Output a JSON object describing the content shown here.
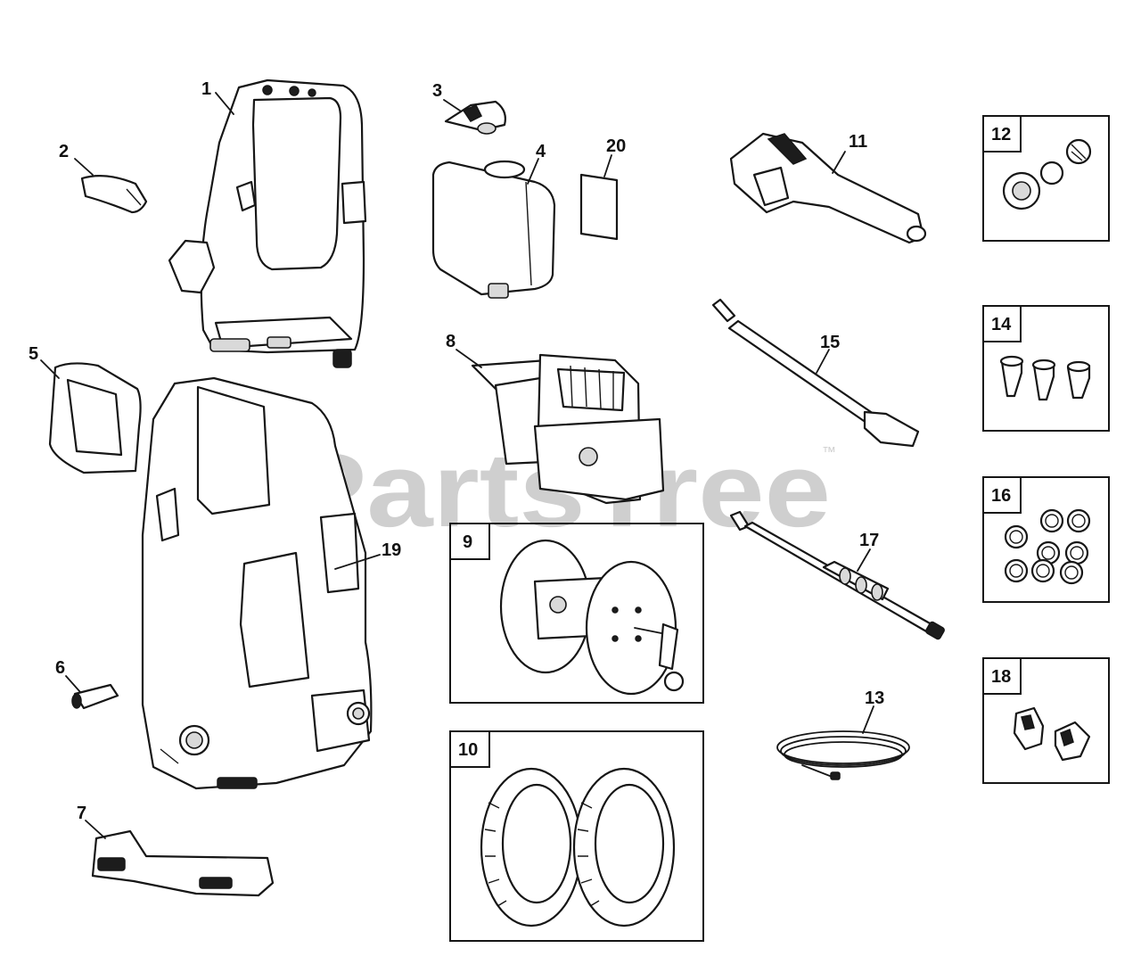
{
  "watermark": {
    "text": "PartsTree",
    "trademark": "™"
  },
  "callouts": {
    "c1": "1",
    "c2": "2",
    "c3": "3",
    "c4": "4",
    "c5": "5",
    "c6": "6",
    "c7": "7",
    "c8": "8",
    "c9": "9",
    "c10": "10",
    "c11": "11",
    "c12": "12",
    "c13": "13",
    "c14": "14",
    "c15": "15",
    "c16": "16",
    "c17": "17",
    "c18": "18",
    "c19": "19",
    "c20": "20"
  }
}
